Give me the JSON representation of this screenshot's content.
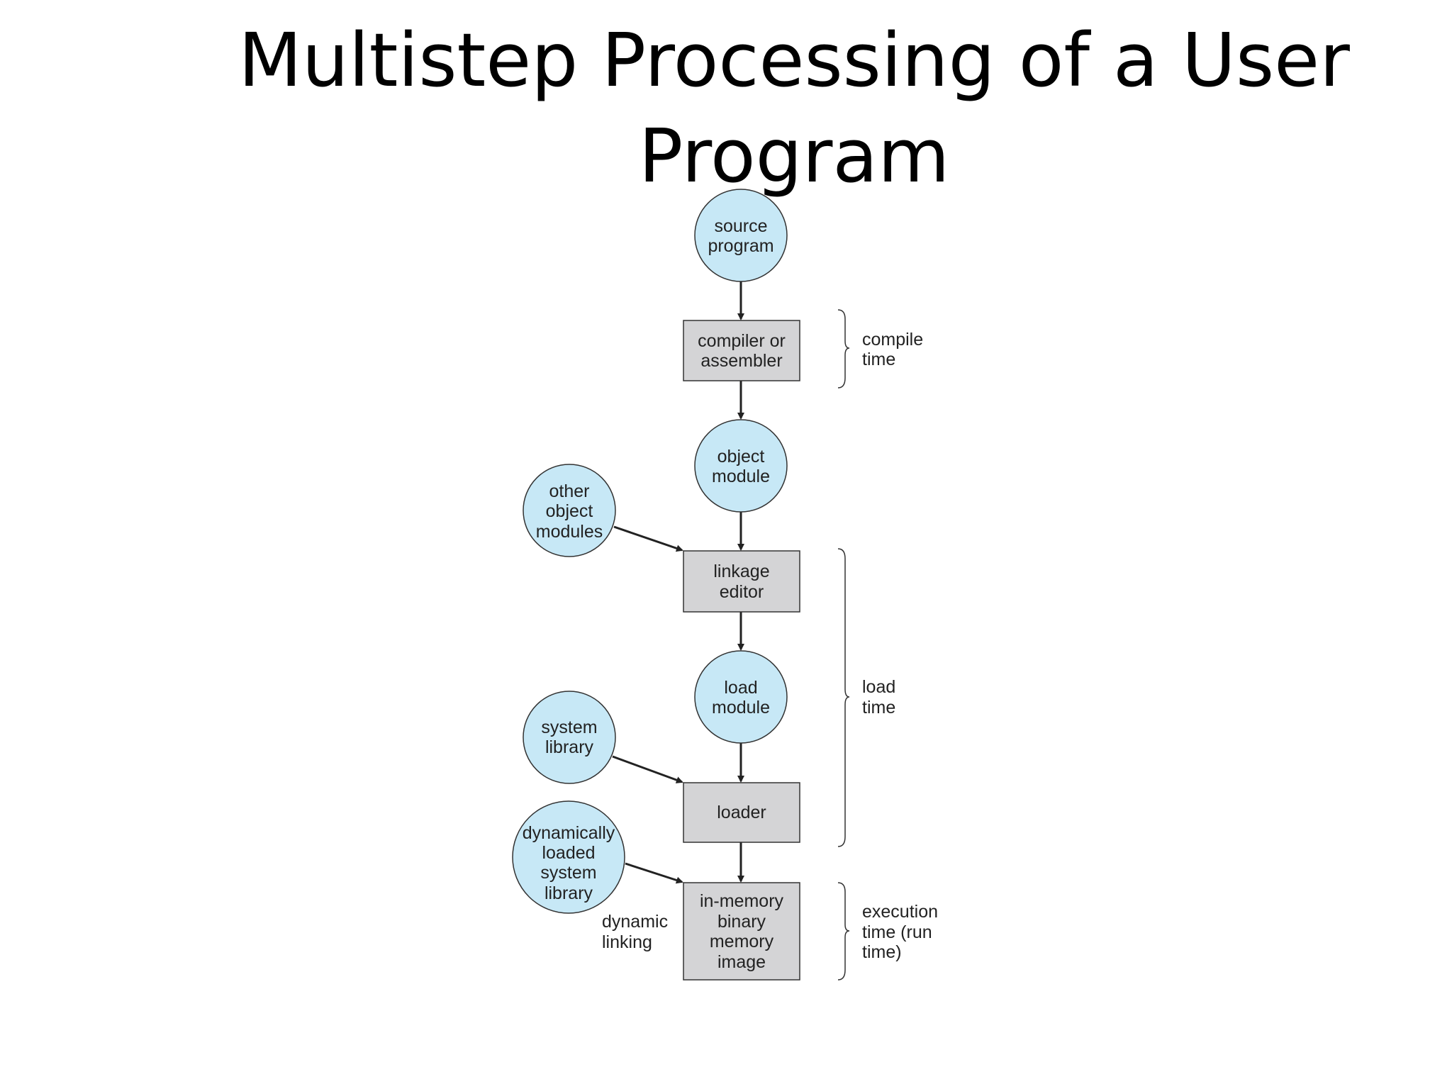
{
  "title": {
    "line1": "Multistep Processing of a User",
    "line2": "Program"
  },
  "nodes": {
    "source_program": [
      "source",
      "program"
    ],
    "compiler": [
      "compiler or",
      "assembler"
    ],
    "object_module": [
      "object",
      "module"
    ],
    "other_object_modules": [
      "other",
      "object",
      "modules"
    ],
    "linkage_editor": [
      "linkage",
      "editor"
    ],
    "load_module": [
      "load",
      "module"
    ],
    "system_library": [
      "system",
      "library"
    ],
    "loader": [
      "loader"
    ],
    "dyn_lib": [
      "dynamically",
      "loaded",
      "system",
      "library"
    ],
    "in_memory": [
      "in-memory",
      "binary",
      "memory",
      "image"
    ]
  },
  "labels": {
    "dynamic_linking": [
      "dynamic",
      "linking"
    ],
    "compile_time": [
      "compile",
      "time"
    ],
    "load_time": [
      "load",
      "time"
    ],
    "execution_time": [
      "execution",
      "time (run",
      "time)"
    ]
  },
  "colors": {
    "circle_fill": "#c7e8f6",
    "box_fill": "#d4d4d6"
  }
}
